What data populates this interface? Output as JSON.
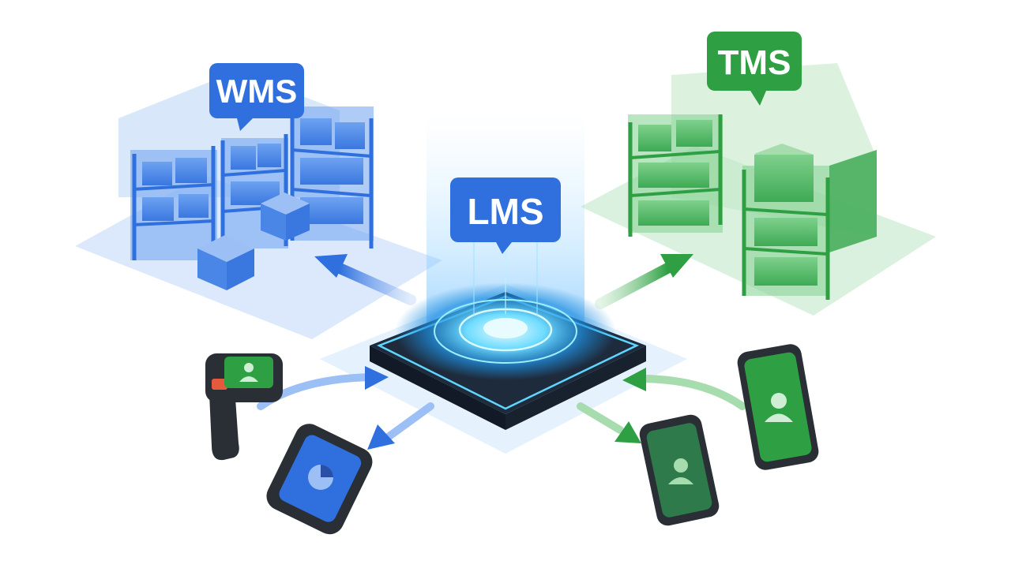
{
  "labels": {
    "wms": "WMS",
    "lms": "LMS",
    "tms": "TMS"
  },
  "colors": {
    "blue": "#2f6fde",
    "blue_light": "#9cc0f5",
    "green": "#2ea043",
    "green_light": "#a6dcae",
    "hub_dark": "#1e2b3c",
    "glow": "#5fd6ff"
  },
  "icons": {
    "scanner": "handheld-scanner-icon",
    "phone": "smartphone-icon",
    "user": "user-icon",
    "chart": "pie-chart-icon"
  }
}
